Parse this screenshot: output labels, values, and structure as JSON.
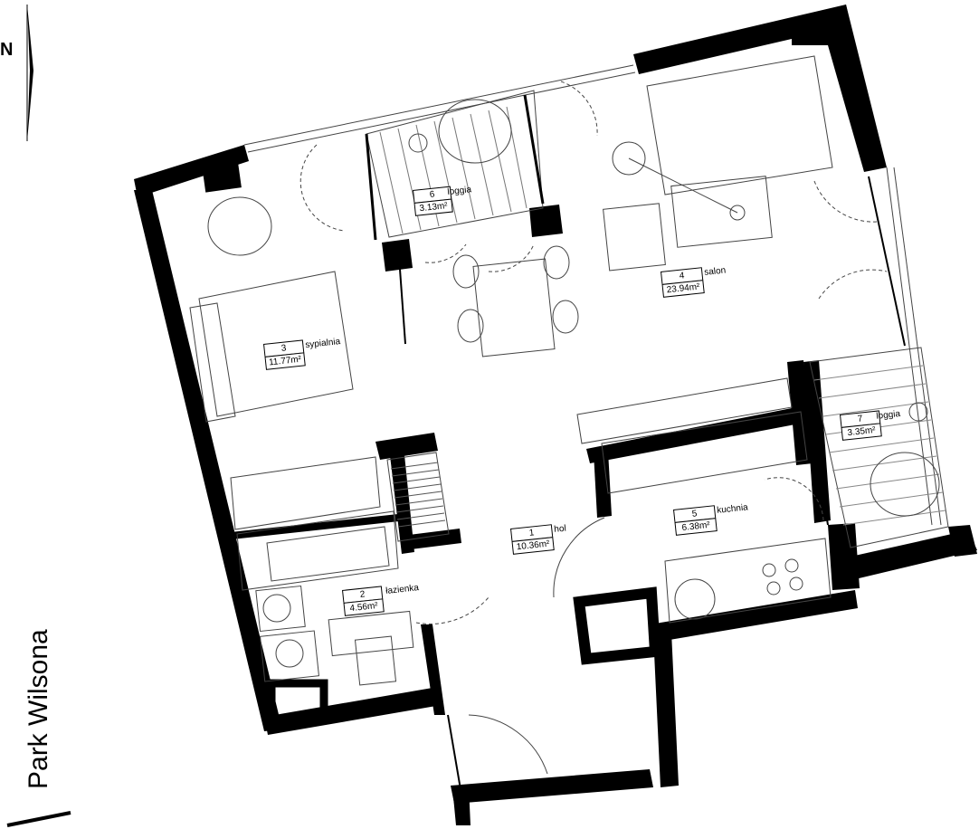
{
  "compass": {
    "north_label": "N"
  },
  "street_label": "Park Wilsona",
  "rooms": [
    {
      "number": "1",
      "name": "hol",
      "area": "10.36m²"
    },
    {
      "number": "2",
      "name": "łazienka",
      "area": "4.56m²"
    },
    {
      "number": "3",
      "name": "sypialnia",
      "area": "11.77m²"
    },
    {
      "number": "4",
      "name": "salon",
      "area": "23.94m²"
    },
    {
      "number": "5",
      "name": "kuchnia",
      "area": "6.38m²"
    },
    {
      "number": "6",
      "name": "loggia",
      "area": "3.13m²"
    },
    {
      "number": "7",
      "name": "loggia",
      "area": "3.35m²"
    }
  ],
  "colors": {
    "wall": "#000000",
    "line": "#555555",
    "background": "#ffffff"
  }
}
